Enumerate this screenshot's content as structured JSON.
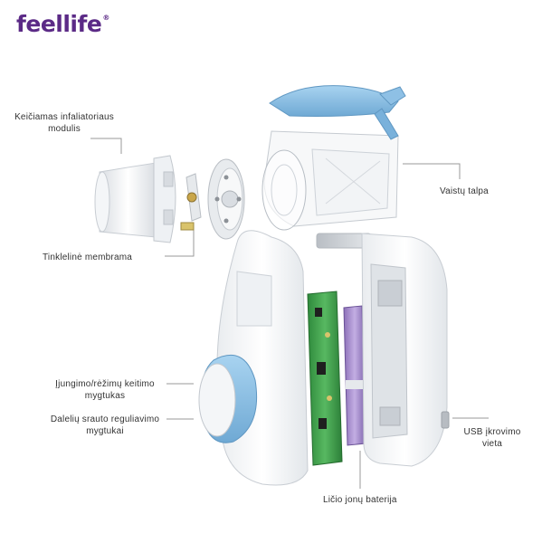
{
  "brand": {
    "logo_text": "feellife",
    "reg_mark": "®",
    "color": "#5b2a86"
  },
  "labels": {
    "mesh_module": [
      "Keičiamas infaliatoriaus",
      "modulis"
    ],
    "mesh_membrane": "Tinklelinė membrama",
    "power_button": [
      "Įjungimo/rėžimų keitimo",
      "mygtukas"
    ],
    "flow_buttons": [
      "Dalelių srauto reguliavimo",
      "mygtukai"
    ],
    "medicine_cup": "Vaistų talpa",
    "usb_port": [
      "USB įkrovimo",
      "vieta"
    ],
    "battery": "Ličio jonų baterija"
  },
  "colors": {
    "accent_blue": "#8fc3e6",
    "pcb_green": "#3fa34a",
    "battery_purple": "#a98fce",
    "leader_line": "#9a9a9a"
  }
}
